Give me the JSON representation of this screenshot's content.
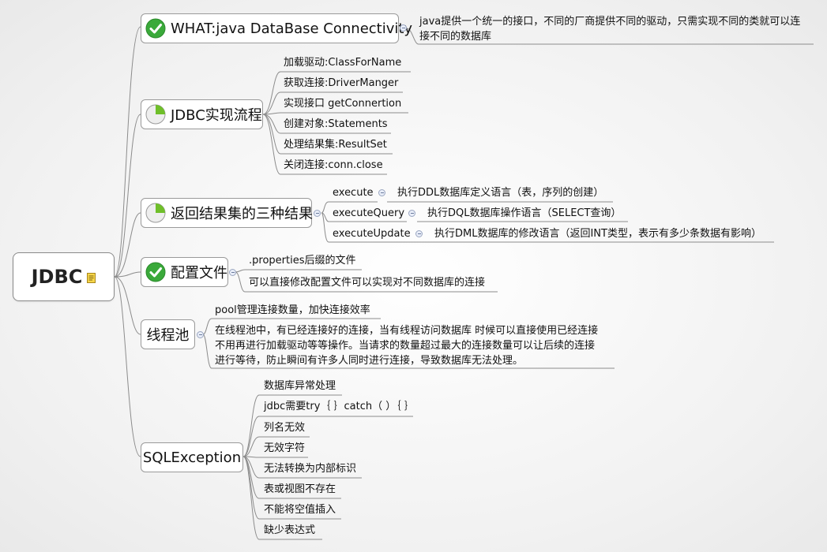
{
  "root": {
    "label": "JDBC"
  },
  "topics": [
    {
      "label": "WHAT:java DataBase Connectivity",
      "icon": "check-circle-icon",
      "children": [
        {
          "lines": [
            "java提供一个统一的接口，不同的厂商提供不同的驱动，只需实现不同的类就可以连",
            "接不同的数据库"
          ]
        }
      ]
    },
    {
      "label": "JDBC实现流程",
      "icon": "progress-quarter-icon",
      "children": [
        "加载驱动:ClassForName",
        "获取连接:DriverManger",
        "实现接口 getConnertion",
        "创建对象:Statements",
        "处理结果集:ResultSet",
        "关闭连接:conn.close"
      ]
    },
    {
      "label": "返回结果集的三种结果",
      "icon": "progress-quarter-icon",
      "children": [
        {
          "label": "execute",
          "detail": "执行DDL数据库定义语言（表，序列的创建）"
        },
        {
          "label": "executeQuery",
          "detail": "执行DQL数据库操作语言（SELECT查询）"
        },
        {
          "label": "executeUpdate",
          "detail": "执行DML数据库的修改语言（返回INT类型，表示有多少条数据有影响）"
        }
      ]
    },
    {
      "label": "配置文件",
      "icon": "check-circle-icon",
      "children": [
        ".properties后缀的文件",
        "可以直接修改配置文件可以实现对不同数据库的连接"
      ]
    },
    {
      "label": "线程池",
      "icon": "",
      "children": [
        {
          "lines": [
            "pool管理连接数量，加快连接效率"
          ]
        },
        {
          "lines": [
            "在线程池中，有已经连接好的连接，当有线程访问数据库 时候可以直接使用已经连接",
            "不用再进行加载驱动等等操作。当请求的数量超过最大的连接数量可以让后续的连接",
            "进行等待，防止瞬间有许多人同时进行连接，导致数据库无法处理。"
          ]
        }
      ]
    },
    {
      "label": "SQLException",
      "icon": "",
      "children": [
        "数据库异常处理",
        "jdbc需要try｛ ｝catch（ ）｛ ｝",
        "列名无效",
        "无效字符",
        "无法转换为内部标识",
        "表或视图不存在",
        "不能将空值插入",
        "缺少表达式"
      ]
    }
  ],
  "colors": {
    "branch_line": "#8f8f8f",
    "check_green": "#3aa93a",
    "progress_green": "#6fbf2a"
  }
}
